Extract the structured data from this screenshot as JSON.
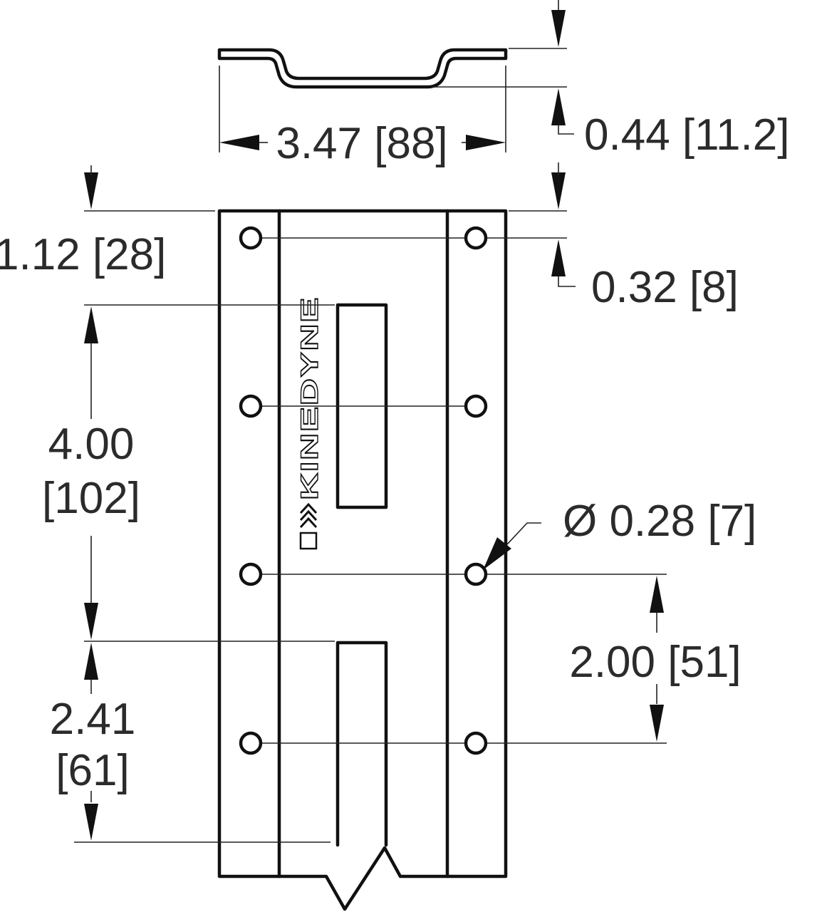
{
  "dimensions": {
    "width": "3.47 [88]",
    "depth": "0.44 [11.2]",
    "top_to_slot": "1.12 [28]",
    "edge_to_hole": "0.32 [8]",
    "slot_spacing_line1": "4.00",
    "slot_spacing_line2": "[102]",
    "hole_diameter": "Ø 0.28 [7]",
    "hole_spacing": "2.00 [51]",
    "slot_to_bottom_line1": "2.41",
    "slot_to_bottom_line2": "[61]"
  },
  "logo": {
    "text": "KINEDYNE"
  }
}
